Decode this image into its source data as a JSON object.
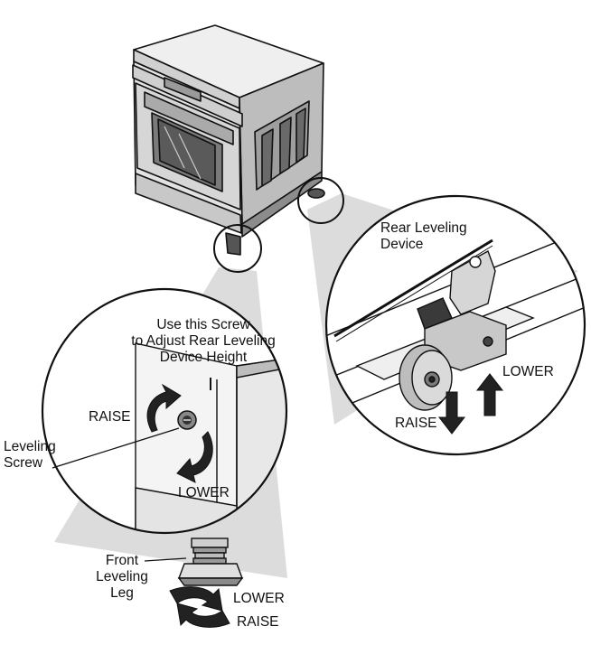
{
  "labels": {
    "rear_leveling_device": [
      "Rear Leveling",
      "Device"
    ],
    "use_screw": [
      "Use this Screw",
      "to Adjust Rear Leveling",
      "Device Height"
    ],
    "raise_left": "RAISE",
    "lower_middle": "LOWER",
    "leveling_screw": [
      "Leveling",
      "Screw"
    ],
    "lower_right": "LOWER",
    "raise_right": "RAISE",
    "front_leveling_leg": [
      "Front",
      "Leveling",
      "Leg"
    ],
    "lower_bottom": "LOWER",
    "raise_bottom": "RAISE"
  },
  "colors": {
    "ink": "#111111",
    "shade_light": "#d9d9d9",
    "shade_mid": "#a8a8a8",
    "shade_dark": "#3a3a3a",
    "arrow_fill": "#222222"
  }
}
